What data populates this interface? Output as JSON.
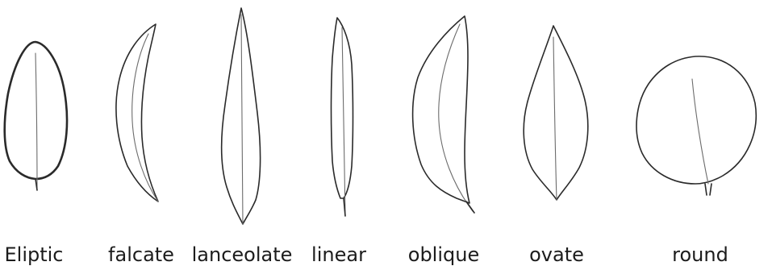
{
  "leaf_shapes": [
    {
      "id": "eliptic",
      "label": "Eliptic"
    },
    {
      "id": "falcate",
      "label": "falcate"
    },
    {
      "id": "lanceolate",
      "label": "lanceolate"
    },
    {
      "id": "linear",
      "label": "linear"
    },
    {
      "id": "oblique",
      "label": "oblique"
    },
    {
      "id": "ovate",
      "label": "ovate"
    },
    {
      "id": "round",
      "label": "round"
    }
  ]
}
